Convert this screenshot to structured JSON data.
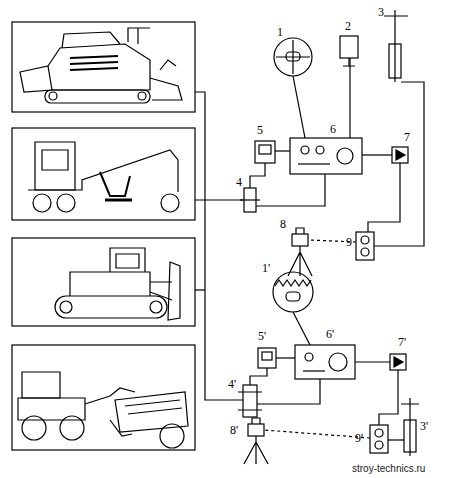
{
  "diagram": {
    "labels": [
      "1",
      "2",
      "3",
      "5",
      "6",
      "7",
      "4",
      "8",
      "9",
      "1'",
      "5'",
      "6'",
      "7'",
      "4'",
      "9'",
      "8'",
      "3'",
      "stroy-technics.ru"
    ]
  }
}
